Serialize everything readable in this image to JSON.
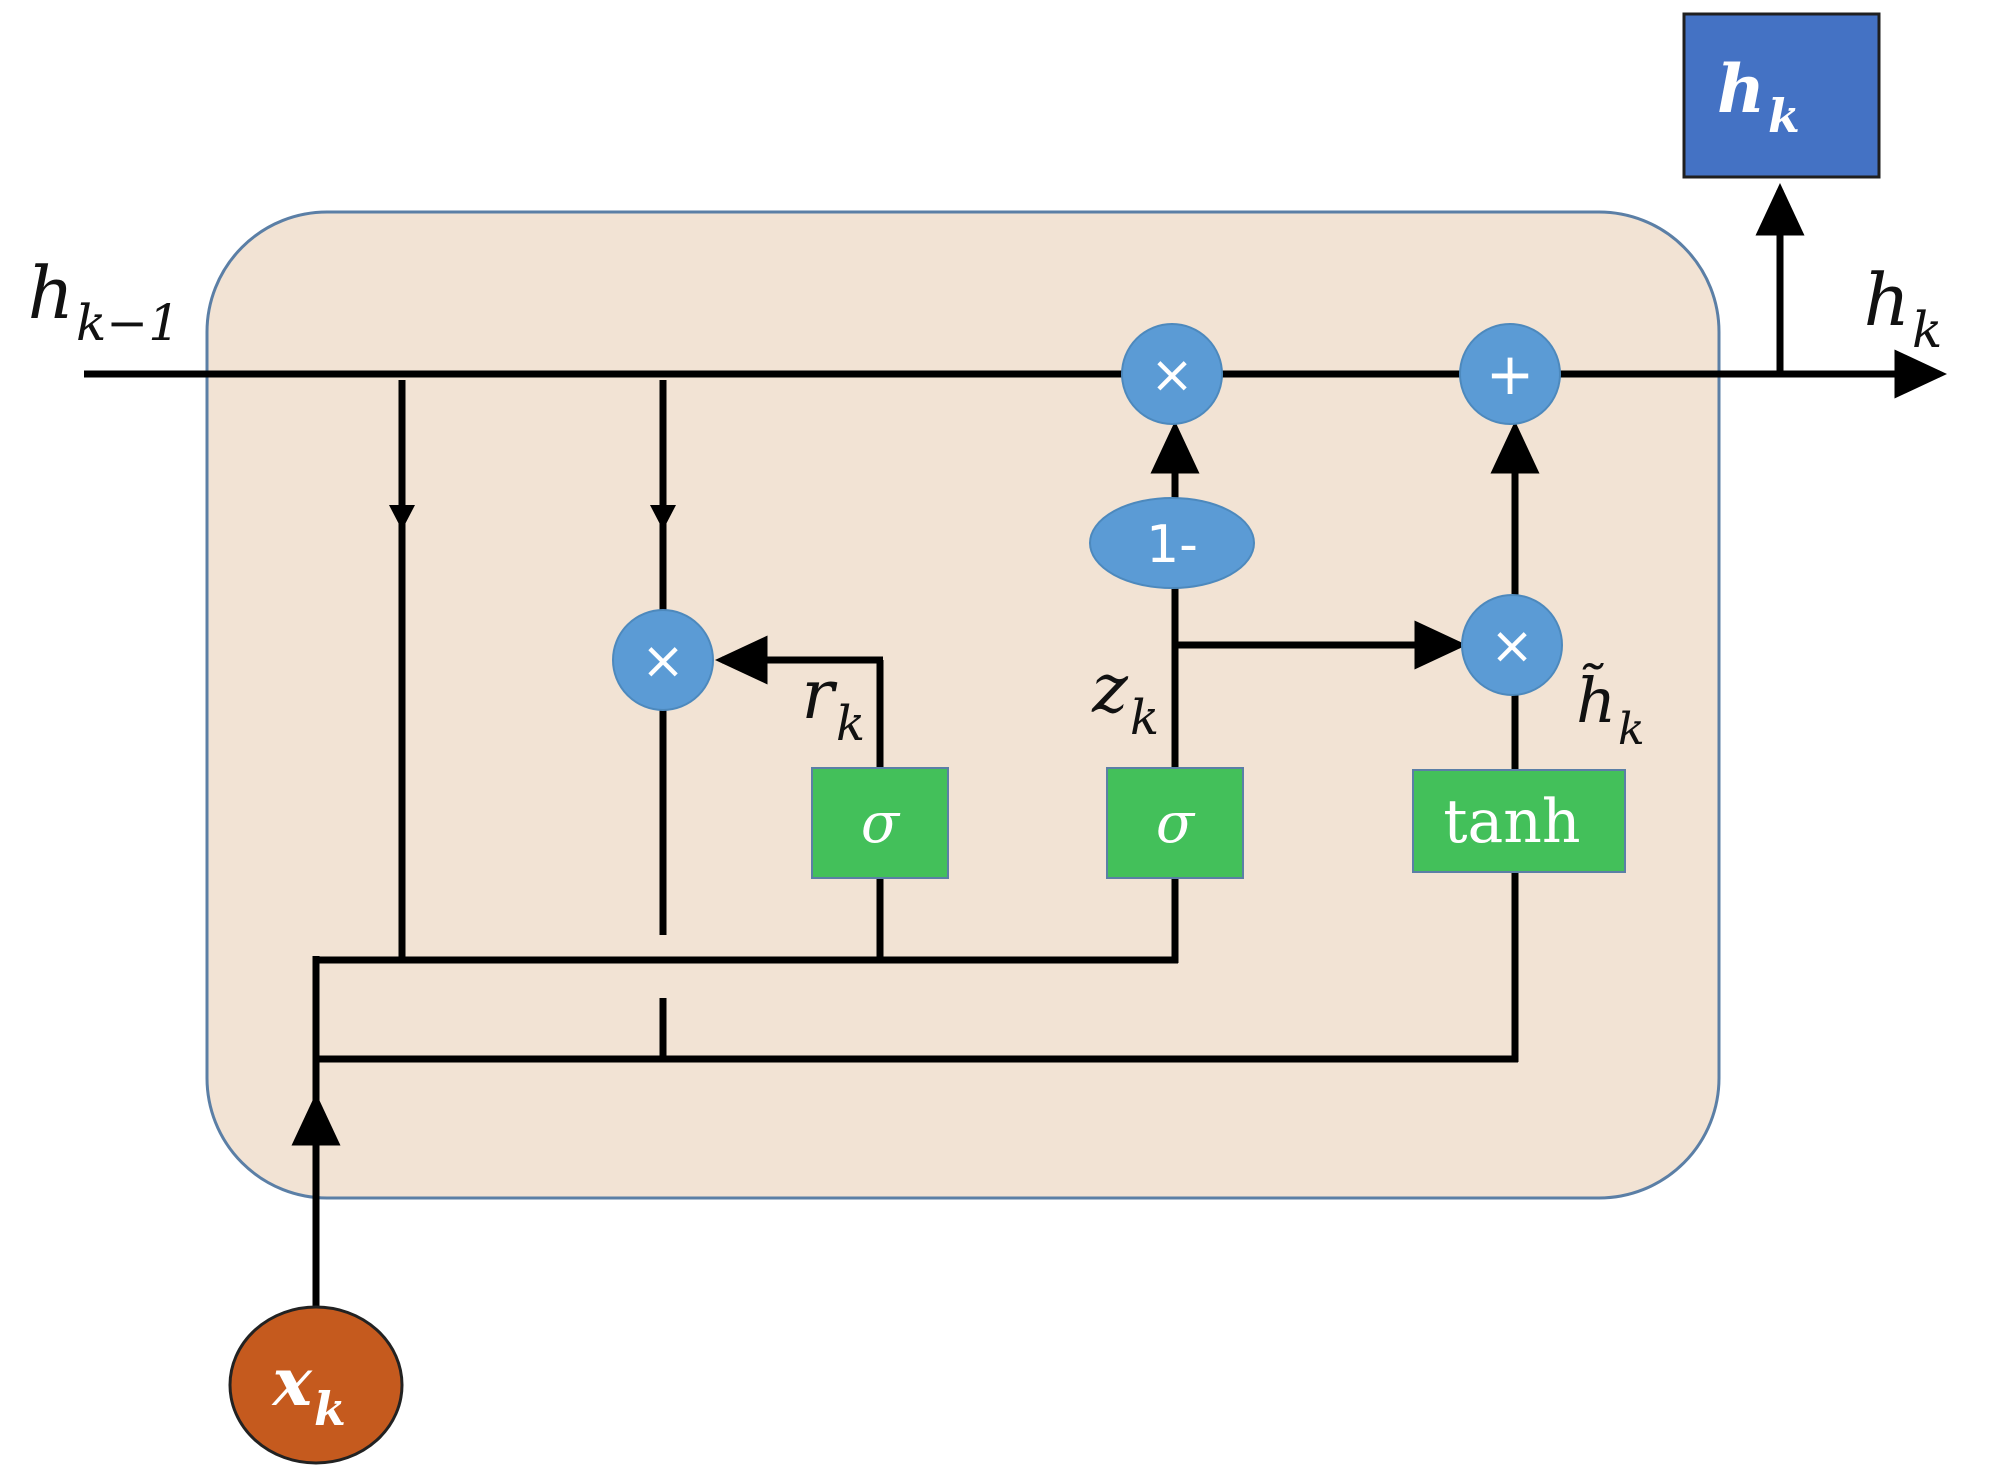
{
  "colors": {
    "cell_fill": "#f2e3d4",
    "cell_stroke": "#5b7fa6",
    "operator_fill": "#5b9bd5",
    "gate_fill": "#43c05a",
    "output_box_fill": "#4472c4",
    "input_fill": "#c55a1e",
    "wire": "#000000"
  },
  "labels": {
    "h_prev": {
      "base": "h",
      "sub": "k−1"
    },
    "h_out_right": {
      "base": "h",
      "sub": "k"
    },
    "h_out_box": {
      "base": "h",
      "sub": "k"
    },
    "reset": {
      "base": "r",
      "sub": "k"
    },
    "update": {
      "base": "z",
      "sub": "k"
    },
    "candidate": {
      "base": "h̃",
      "sub": "k"
    },
    "input": {
      "base": "x",
      "sub": "k"
    }
  },
  "operators": {
    "multiply_top": "×",
    "add_top": "+",
    "multiply_reset": "×",
    "multiply_candidate": "×",
    "one_minus": "1-"
  },
  "gates": {
    "reset_gate": "σ",
    "update_gate": "σ",
    "candidate_gate": "tanh"
  }
}
